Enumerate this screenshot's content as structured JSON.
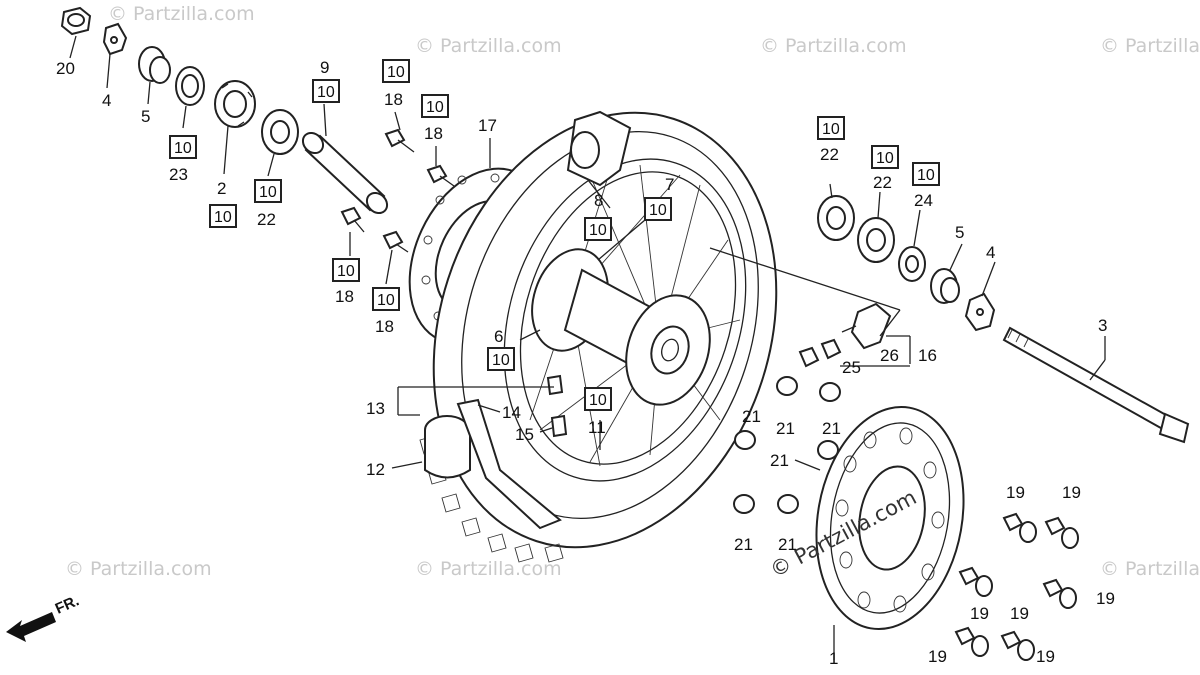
{
  "watermark": "© Partzilla.com",
  "fr_label": "FR.",
  "box_label": "10",
  "labels": {
    "l1": "1",
    "l2": "2",
    "l3": "3",
    "l4a": "4",
    "l4b": "4",
    "l5a": "5",
    "l5b": "5",
    "l6": "6",
    "l7": "7",
    "l8": "8",
    "l9": "9",
    "l11": "11",
    "l12": "12",
    "l13": "13",
    "l14": "14",
    "l15": "15",
    "l16": "16",
    "l17": "17",
    "l18a": "18",
    "l18b": "18",
    "l18c": "18",
    "l18d": "18",
    "l19a": "19",
    "l19b": "19",
    "l19c": "19",
    "l19d": "19",
    "l19e": "19",
    "l19f": "19",
    "l19g": "19",
    "l20": "20",
    "l21a": "21",
    "l21b": "21",
    "l21c": "21",
    "l21d": "21",
    "l21e": "21",
    "l21f": "21",
    "l22a": "22",
    "l22b": "22",
    "l22c": "22",
    "l23": "23",
    "l24": "24",
    "l25": "25",
    "l26": "26"
  }
}
